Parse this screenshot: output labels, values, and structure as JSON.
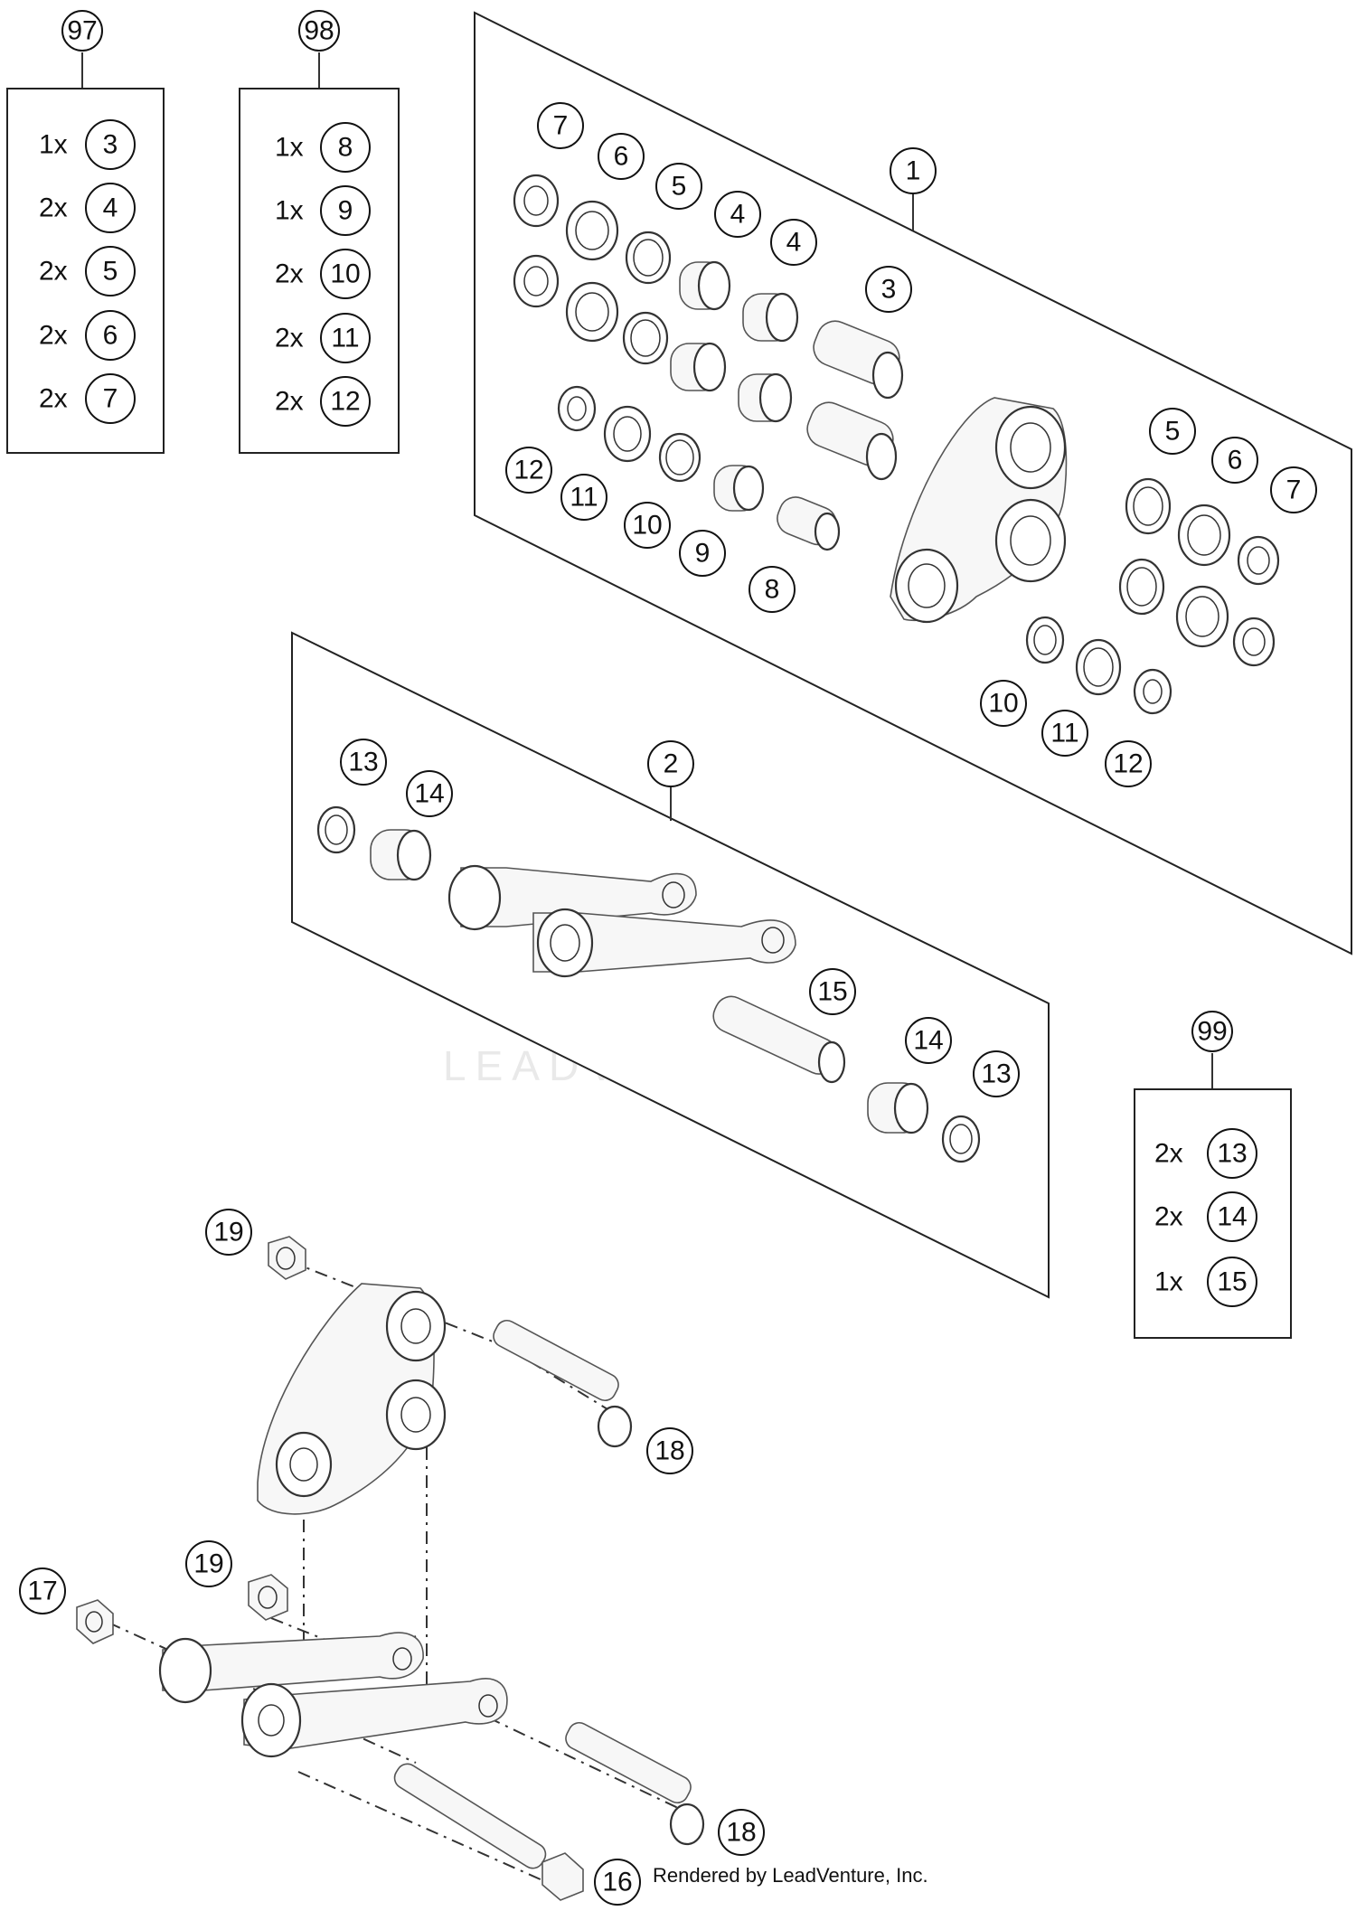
{
  "watermark": "LEADVENTURE",
  "footer_note": "Rendered by LeadVenture, Inc.",
  "kits": [
    {
      "id": "97",
      "items": [
        {
          "qty": "1x",
          "part": "3"
        },
        {
          "qty": "2x",
          "part": "4"
        },
        {
          "qty": "2x",
          "part": "5"
        },
        {
          "qty": "2x",
          "part": "6"
        },
        {
          "qty": "2x",
          "part": "7"
        }
      ]
    },
    {
      "id": "98",
      "items": [
        {
          "qty": "1x",
          "part": "8"
        },
        {
          "qty": "1x",
          "part": "9"
        },
        {
          "qty": "2x",
          "part": "10"
        },
        {
          "qty": "2x",
          "part": "11"
        },
        {
          "qty": "2x",
          "part": "12"
        }
      ]
    },
    {
      "id": "99",
      "items": [
        {
          "qty": "2x",
          "part": "13"
        },
        {
          "qty": "2x",
          "part": "14"
        },
        {
          "qty": "1x",
          "part": "15"
        }
      ]
    }
  ],
  "callouts": {
    "a1": "1",
    "a2": "2",
    "p1_7a": "7",
    "p1_6a": "6",
    "p1_5a": "5",
    "p1_4a": "4",
    "p1_4b": "4",
    "p1_3": "3",
    "p1_12a": "12",
    "p1_11a": "11",
    "p1_10a": "10",
    "p1_9": "9",
    "p1_8": "8",
    "p1_5b": "5",
    "p1_6b": "6",
    "p1_7b": "7",
    "p1_10b": "10",
    "p1_11b": "11",
    "p1_12b": "12",
    "p2_13a": "13",
    "p2_14a": "14",
    "p2_15": "15",
    "p2_14b": "14",
    "p2_13b": "13",
    "l_19a": "19",
    "l_18a": "18",
    "l_19b": "19",
    "l_17": "17",
    "l_18b": "18",
    "l_16": "16"
  }
}
